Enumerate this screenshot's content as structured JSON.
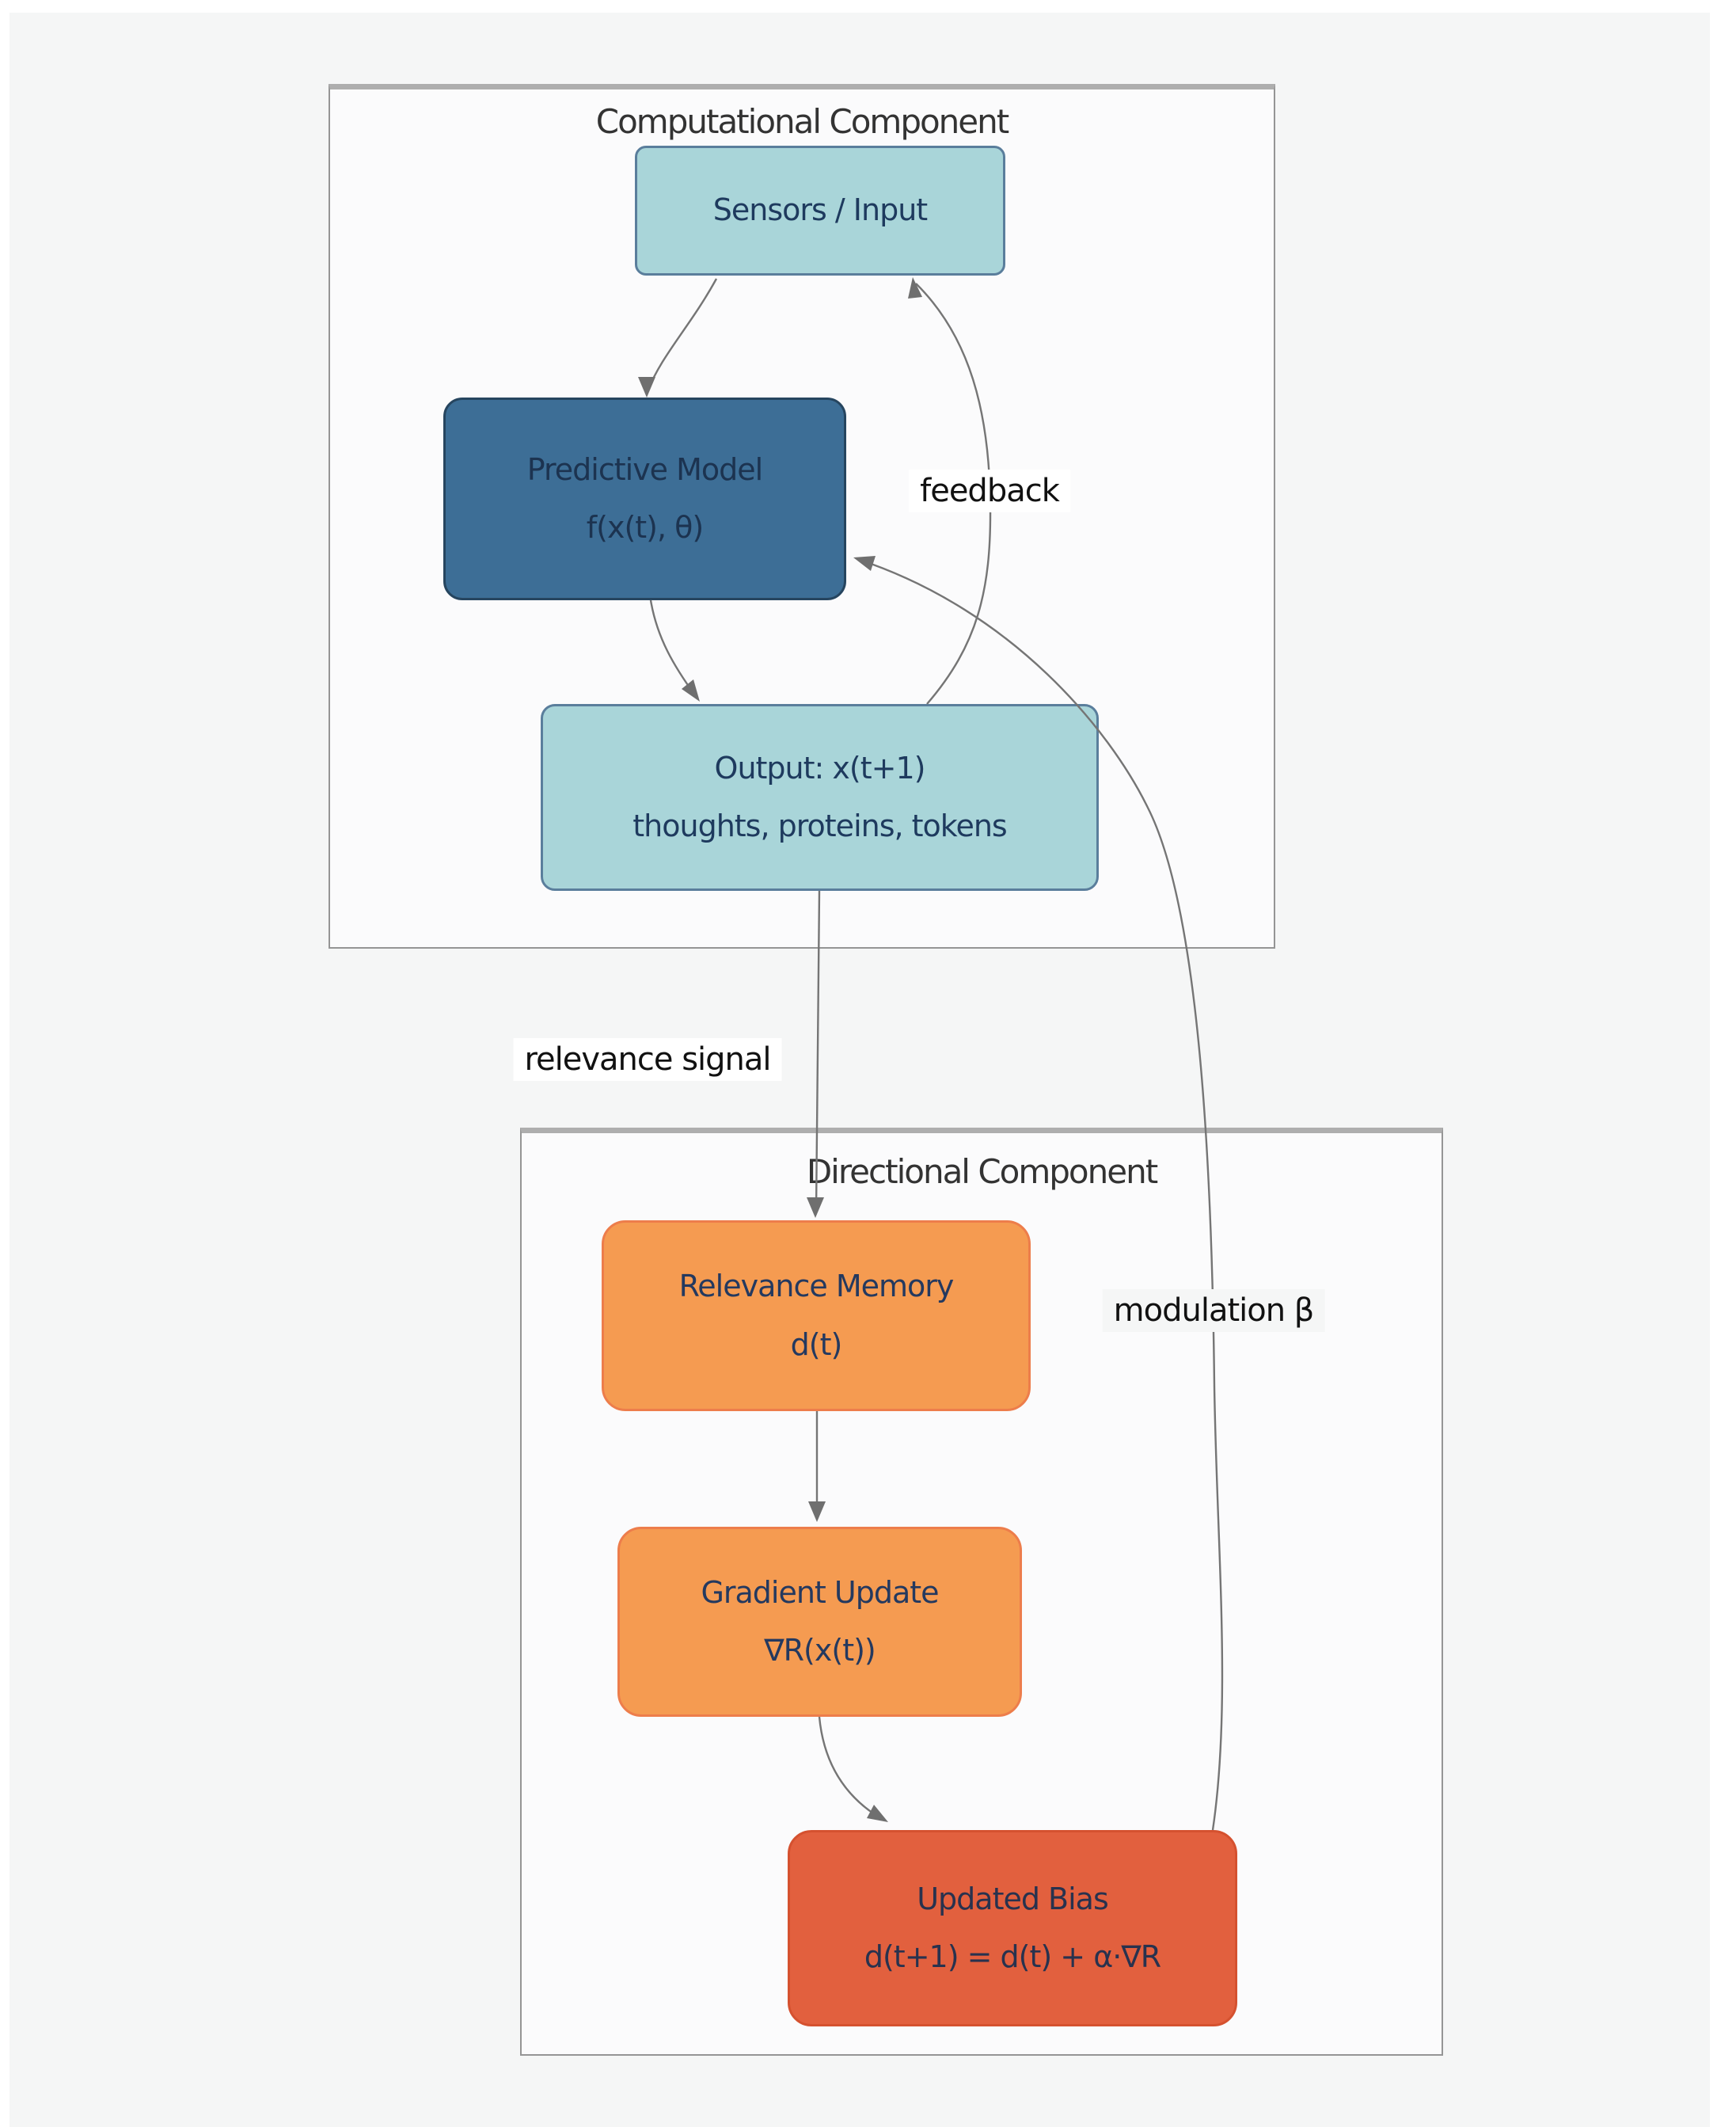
{
  "computational": {
    "title": "Computational Component",
    "nodes": {
      "sensors": {
        "label": "Sensors / Input"
      },
      "predictive_model": {
        "title": "Predictive Model",
        "formula": "f(x(t), θ)"
      },
      "output": {
        "title": "Output: x(t+1)",
        "subtitle": "thoughts, proteins, tokens"
      }
    }
  },
  "directional": {
    "title": "Directional Component",
    "nodes": {
      "relevance_memory": {
        "title": "Relevance Memory",
        "formula": "d(t)"
      },
      "gradient_update": {
        "title": "Gradient Update",
        "formula": "∇R(x(t))"
      },
      "updated_bias": {
        "title": "Updated Bias",
        "formula": "d(t+1) = d(t) + α·∇R"
      }
    }
  },
  "edges": {
    "feedback_label": "feedback",
    "relevance_signal_label": "relevance signal",
    "modulation_label": "modulation β"
  },
  "colors": {
    "canvas_bg": "#f5f6f6",
    "group_bg": "#fbfbfc",
    "group_border": "#959595",
    "node_teal": "#a9d5d9",
    "node_blue": "#3d6e96",
    "node_orange": "#f59b51",
    "node_red": "#e2603e",
    "node_text": "#1e3a5e",
    "edge_stroke": "#757575",
    "label_text": "#111111",
    "title_text": "#333333"
  }
}
